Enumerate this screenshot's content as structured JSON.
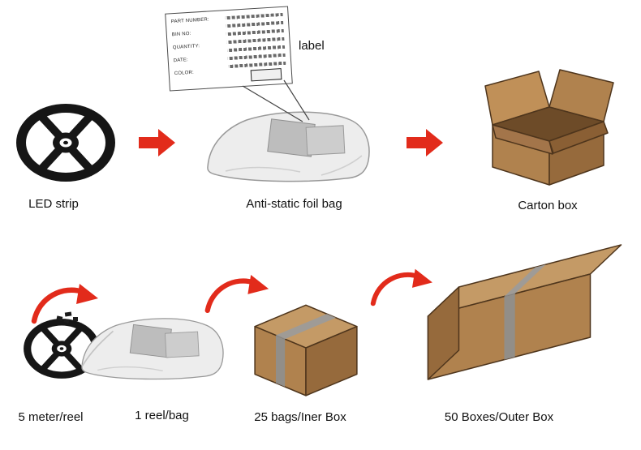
{
  "title": "LED strip packaging diagram",
  "colors": {
    "arrow_red": "#e22b1b",
    "reel_black": "#161616",
    "bag_fill": "#ededed",
    "bag_label": "#bdbdbd",
    "cardboard_top": "#c49a66",
    "cardboard_front": "#b0824e",
    "cardboard_side": "#966a3c",
    "cardboard_inner": "#6d4b28",
    "tape_gray": "#9b9b9b"
  },
  "top_row": {
    "step1_label": "LED strip",
    "step2_label": "Anti-static foil bag",
    "step3_label": "Carton box",
    "callout": {
      "title": "label",
      "lines": [
        "PART NUMBER:",
        "BIN NO:",
        "QUANTITY:",
        "DATE:",
        "COLOR:"
      ]
    }
  },
  "bottom_row": {
    "step1_label": "5 meter/reel",
    "step2_label": "1 reel/bag",
    "step3_label": "25 bags/Iner Box",
    "step4_label": "50 Boxes/Outer Box"
  }
}
